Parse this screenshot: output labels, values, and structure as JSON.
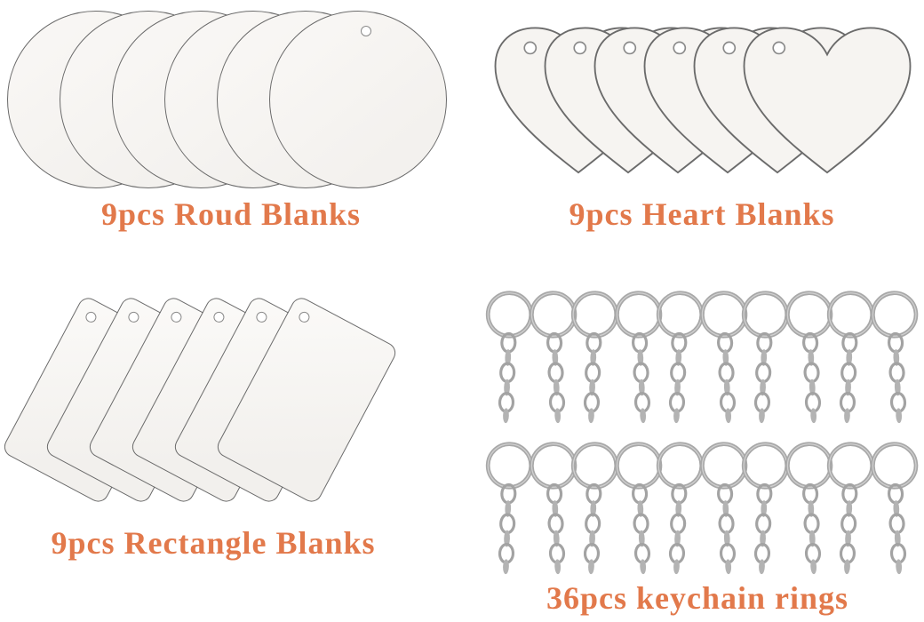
{
  "page": {
    "background": "#ffffff"
  },
  "sections": {
    "round": {
      "label": "9pcs Roud Blanks"
    },
    "heart": {
      "label": "9pcs Heart Blanks"
    },
    "rectangle": {
      "label": "9pcs Rectangle Blanks"
    },
    "keychain": {
      "label": "36pcs keychain rings"
    }
  },
  "shapes": {
    "round_blanks_visible": 6,
    "heart_blanks_visible": 6,
    "rectangle_blanks_visible": 6,
    "keychain_rings_visible": 20
  },
  "colors": {
    "label_text": "#e2794b",
    "blank_fill": "#f6f4f1",
    "blank_edge": "#6b6b6b",
    "metal_ring": "#a8a8a8",
    "background": "#ffffff"
  }
}
